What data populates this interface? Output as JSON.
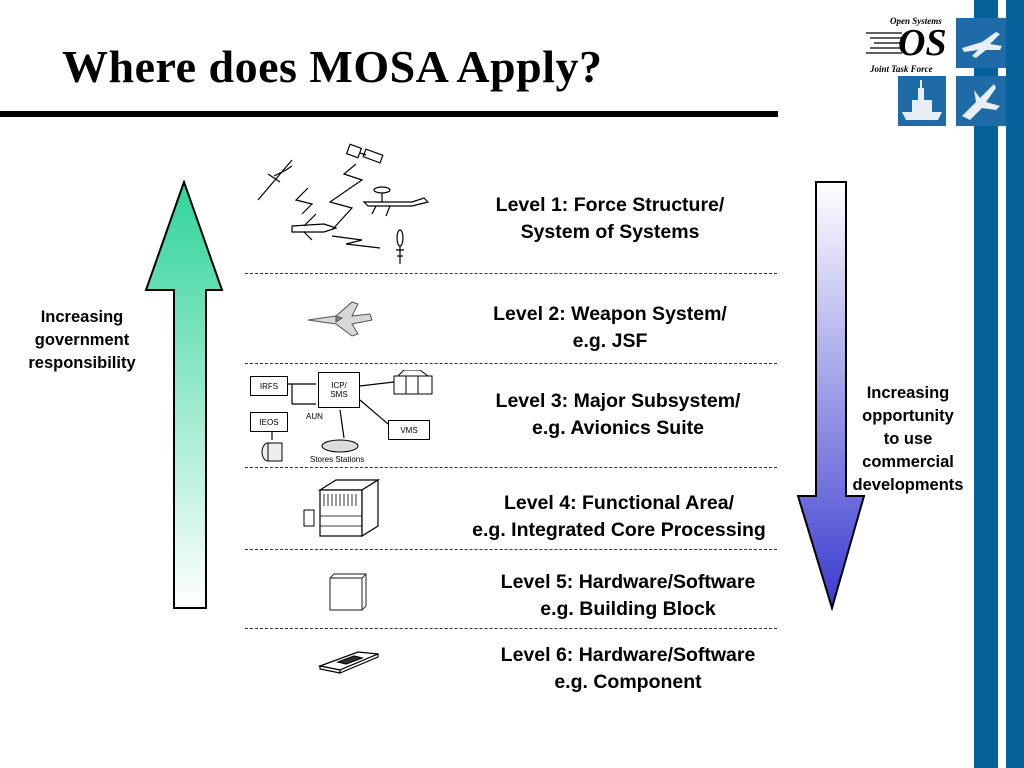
{
  "slide": {
    "title": "Where does MOSA Apply?"
  },
  "logo": {
    "top_text": "Open Systems",
    "mark": "OS",
    "bottom_text": "Joint Task Force"
  },
  "levels": [
    {
      "line1": "Level 1:  Force Structure/",
      "line2": "System of Systems",
      "icon": "force-structure-icon"
    },
    {
      "line1": "Level 2: Weapon System/",
      "line2": "e.g. JSF",
      "icon": "jet-fighter-icon"
    },
    {
      "line1": "Level 3: Major Subsystem/",
      "line2": "e.g. Avionics Suite",
      "icon": "avionics-diagram"
    },
    {
      "line1": "Level 4: Functional Area/",
      "line2": "e.g. Integrated Core Processing",
      "icon": "card-rack-icon"
    },
    {
      "line1": "Level 5: Hardware/Software",
      "line2": "e.g. Building Block",
      "icon": "circuit-module-icon"
    },
    {
      "line1": "Level 6: Hardware/Software",
      "line2": "e.g. Component",
      "icon": "chip-component-icon"
    }
  ],
  "left_arrow": {
    "line1": "Increasing",
    "line2": "government",
    "line3": "responsibility",
    "color_top": "#2fd39a",
    "color_bottom": "#ffffff"
  },
  "right_arrow": {
    "line1": "Increasing",
    "line2": "opportunity",
    "line3": "to use",
    "line4": "commercial",
    "line5": "developments",
    "color_top": "#ffffff",
    "color_bottom": "#3a3ad0"
  },
  "avionics": {
    "irfs": "IRFS",
    "icp_line1": "ICP/",
    "icp_line2": "SMS",
    "ieos": "IEOS",
    "aun": "AUN",
    "vms": "VMS",
    "stores": "Stores Stations"
  },
  "colors": {
    "side_bar": "#06629a",
    "rule": "#000000"
  }
}
